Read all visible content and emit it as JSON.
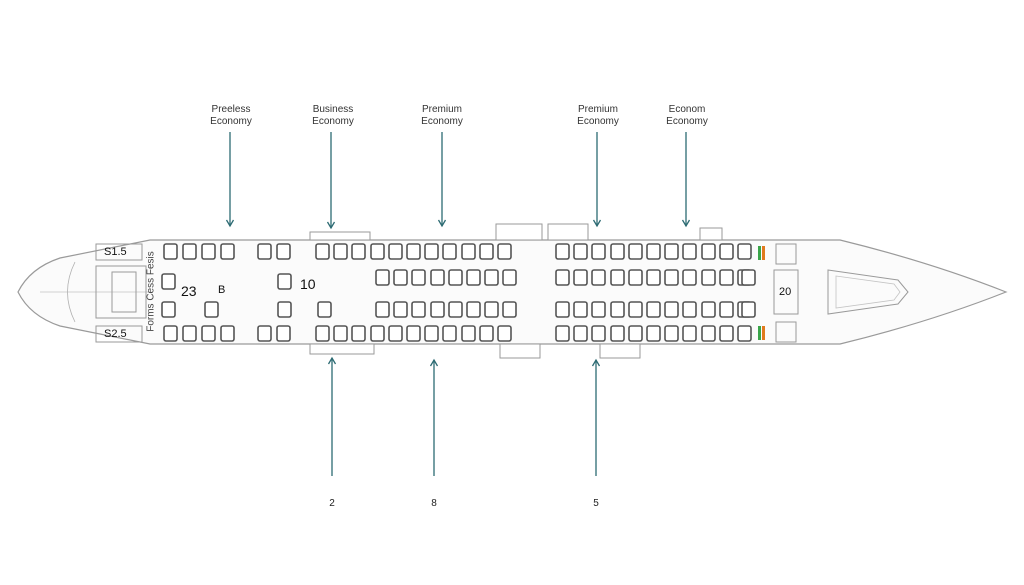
{
  "top_labels": [
    {
      "line1": "Preeless",
      "line2": "Economy"
    },
    {
      "line1": "Business",
      "line2": "Economy"
    },
    {
      "line1": "Premium",
      "line2": "Economy"
    },
    {
      "line1": "Premium",
      "line2": "Economy"
    },
    {
      "line1": "Econom",
      "line2": "Economy"
    }
  ],
  "bottom_labels": [
    "2",
    "8",
    "5"
  ],
  "cabin_text": {
    "top_left_tag": "S1.5",
    "bottom_left_tag": "S2.5",
    "vertical_text": "Forms Cess Fesis",
    "num_23": "23",
    "letter_b": "B",
    "num_10": "10",
    "right_tag": "20"
  },
  "colors": {
    "outline": "#9a9a9a",
    "seat": "#555555",
    "arrow": "#2d6b73",
    "accent_green": "#3aa64a",
    "accent_orange": "#e07a1e"
  }
}
